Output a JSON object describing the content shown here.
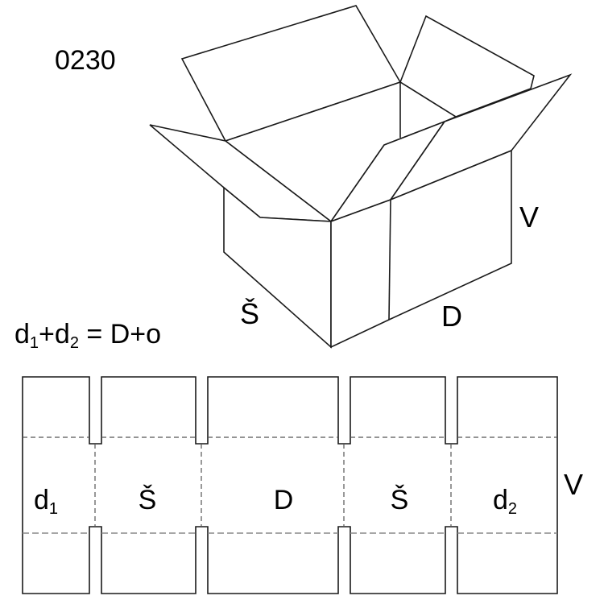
{
  "code": "0230",
  "box_labels": {
    "width": "Š",
    "length": "D",
    "height": "V"
  },
  "formula": {
    "d1": "d",
    "sub1": "1",
    "plus1": "+",
    "d2": "d",
    "sub2": "2",
    "eq": " = ",
    "rhs": "D+o"
  },
  "net": {
    "panels": [
      {
        "main": "d",
        "sub": "1"
      },
      {
        "main": "Š",
        "sub": ""
      },
      {
        "main": "D",
        "sub": ""
      },
      {
        "main": "Š",
        "sub": ""
      },
      {
        "main": "d",
        "sub": "2"
      }
    ],
    "height_label": "V"
  }
}
